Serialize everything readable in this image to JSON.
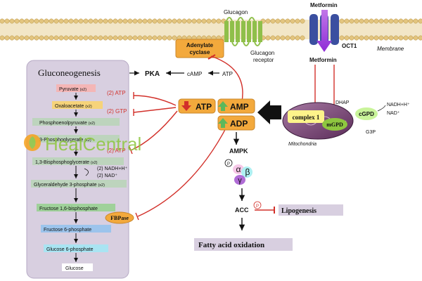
{
  "membrane": {
    "label": "Membrane",
    "glucagon": "Glucagon",
    "glucagon_receptor_line1": "Glucagon",
    "glucagon_receptor_line2": "receptor",
    "metformin_top": "Metformin",
    "oct1": "OCT1",
    "metformin_in": "Metformin"
  },
  "signaling": {
    "adenylate_cyclase_line1": "Adenylate",
    "adenylate_cyclase_line2": "cyclase",
    "atp_small": "ATP",
    "camp": "cAMP",
    "pka": "PKA"
  },
  "gluconeogenesis": {
    "title": "Gluconeogenesis",
    "pathway": [
      {
        "name": "Pyruvate",
        "mult": "(x2)"
      },
      {
        "name": "Oxaloacetate",
        "mult": "(x2)"
      },
      {
        "name": "Phosphoenolpyruvate",
        "mult": "(x2)"
      },
      {
        "name": "3-Phosphoglycerate",
        "mult": "(x2)"
      },
      {
        "name": "1,3-Bisphosphoglycerate",
        "mult": "(x2)"
      },
      {
        "name": "Glyceraldehyde 3-phosphate",
        "mult": "(x2)"
      },
      {
        "name": "Fructose 1,6-bisphosphate",
        "mult": ""
      },
      {
        "name": "Fructose 6-phosphate",
        "mult": ""
      },
      {
        "name": "Glucose 6-phosphate",
        "mult": ""
      },
      {
        "name": "Glucose",
        "mult": ""
      }
    ],
    "atp1": "(2) ATP",
    "gtp": "(2) GTP",
    "atp2": "(2) ATP",
    "nadh": "(2) NADH+H⁺",
    "nad": "(2) NAD⁺",
    "fbpase": "FBPase"
  },
  "energy": {
    "atp": "ATP",
    "amp": "AMP",
    "adp": "ADP"
  },
  "mitochondria": {
    "label": "Mitochondria",
    "complex1": "complex 1",
    "mgpd": "mGPD",
    "cgpd": "cGPD",
    "dhap": "DHAP",
    "g3p": "G3P",
    "nadh": "NADH+H⁺",
    "nad": "NAD⁺"
  },
  "ampk": {
    "label": "AMPK",
    "p": "P",
    "alpha": "α",
    "beta": "β",
    "gamma": "γ"
  },
  "acc": {
    "label": "ACC",
    "p": "P",
    "lipogenesis": "Lipogenesis",
    "fatty_acid_oxidation": "Fatty acid oxidation"
  },
  "watermark": "HealCentral",
  "colors": {
    "panel": "#d8cfe0",
    "pyruvate": "#f4b6b6",
    "oxaloacetate": "#f6d37a",
    "pep_green": "#a8d8a0",
    "fructose16": "#9fd19a",
    "fructose6": "#9cc4ec",
    "glucose6": "#a9e4f2",
    "inhibit_red": "#d2302a",
    "energy_box": "#f3a93c",
    "watermark_green": "#8ec63f",
    "watermark_blue": "#1f8fd3"
  }
}
